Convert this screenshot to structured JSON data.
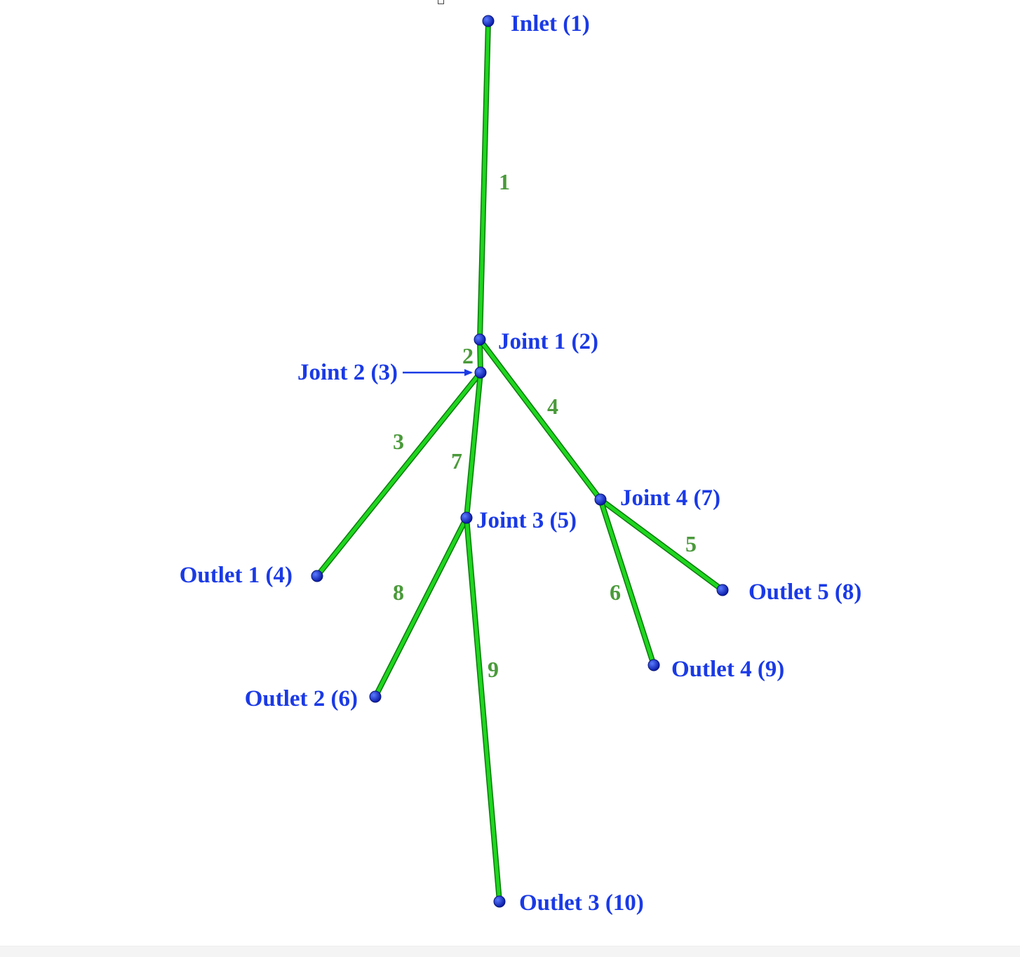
{
  "diagram": {
    "colors": {
      "segment": "#1fd61f",
      "segment_outline": "#0a7a0a",
      "segment_label": "#4a9a3a",
      "node_fill": "#1230e0",
      "node_label": "#1a3ae6",
      "arrow": "#1a3ae6"
    },
    "nodes": [
      {
        "id": "inlet-1",
        "label": "Inlet (1)"
      },
      {
        "id": "joint-1",
        "label": "Joint 1 (2)"
      },
      {
        "id": "joint-2",
        "label": "Joint 2 (3)"
      },
      {
        "id": "joint-3",
        "label": "Joint 3 (5)"
      },
      {
        "id": "joint-4",
        "label": "Joint 4 (7)"
      },
      {
        "id": "outlet-1",
        "label": "Outlet 1 (4)"
      },
      {
        "id": "outlet-2",
        "label": "Outlet 2 (6)"
      },
      {
        "id": "outlet-3",
        "label": "Outlet 3 (10)"
      },
      {
        "id": "outlet-4",
        "label": "Outlet 4 (9)"
      },
      {
        "id": "outlet-5",
        "label": "Outlet 5 (8)"
      }
    ],
    "segments": [
      {
        "id": "seg-1",
        "label": "1",
        "from": "inlet-1",
        "to": "joint-1"
      },
      {
        "id": "seg-2",
        "label": "2",
        "from": "joint-1",
        "to": "joint-2"
      },
      {
        "id": "seg-3",
        "label": "3",
        "from": "joint-2",
        "to": "outlet-1"
      },
      {
        "id": "seg-4",
        "label": "4",
        "from": "joint-1",
        "to": "joint-4"
      },
      {
        "id": "seg-5",
        "label": "5",
        "from": "joint-4",
        "to": "outlet-5"
      },
      {
        "id": "seg-6",
        "label": "6",
        "from": "joint-4",
        "to": "outlet-4"
      },
      {
        "id": "seg-7",
        "label": "7",
        "from": "joint-2",
        "to": "joint-3"
      },
      {
        "id": "seg-8",
        "label": "8",
        "from": "joint-3",
        "to": "outlet-2"
      },
      {
        "id": "seg-9",
        "label": "9",
        "from": "joint-3",
        "to": "outlet-3"
      }
    ],
    "pointer": {
      "from_label": "joint-2",
      "to_node": "joint-2"
    }
  }
}
